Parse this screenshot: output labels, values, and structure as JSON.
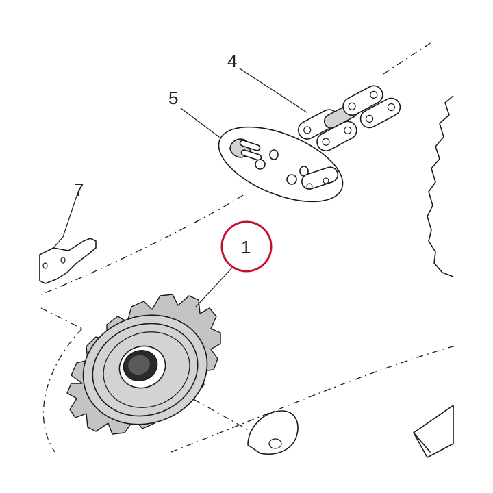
{
  "callouts": {
    "c1": "1",
    "c4": "4",
    "c5": "5",
    "c7": "7"
  },
  "colors": {
    "highlight_ring": "#c8102e",
    "line": "#1a1a1a",
    "part_fill": "#d3d3d3"
  },
  "highlighted_callout": "1"
}
